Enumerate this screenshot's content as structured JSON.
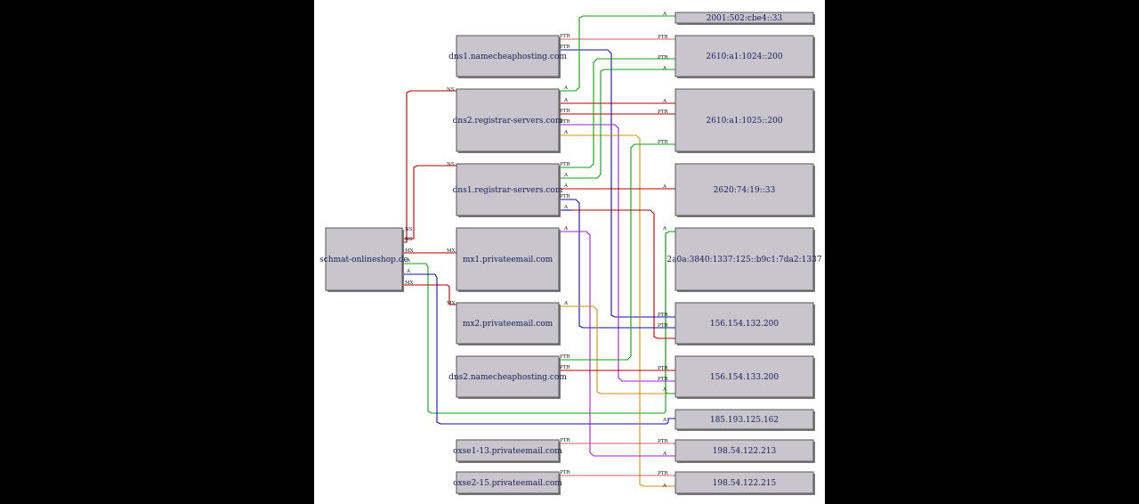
{
  "colors": {
    "red": "#b00000",
    "green": "#10a010",
    "blue": "#1010a0",
    "purple": "#a020c0",
    "orange": "#d09010",
    "salmon": "#d06060",
    "node_fill": "#c8c6cc",
    "background": "#000000"
  },
  "nodes": {
    "schmat": "schmat-onlineshop.de",
    "dns1_namecheap": "dns1.namecheaphosting.com",
    "dns2_registrar": "dns2.registrar-servers.com",
    "dns1_registrar": "dns1.registrar-servers.com",
    "mx1": "mx1.privateemail.com",
    "mx2": "mx2.privateemail.com",
    "dns2_namecheap": "dns2.namecheaphosting.com",
    "oxse1": "oxse1-13.privateemail.com",
    "oxse2": "oxse2-15.privateemail.com",
    "ip_2001": "2001:502:cbe4::33",
    "ip_2610_200": "2610:a1:1024::200",
    "ip_2610_1025": "2610:a1:1025::200",
    "ip_2620": "2620:74:19::33",
    "ip_2a0a": "2a0a:3840:1337:125::b9c1:7da2:1337",
    "ip_156_132": "156.154.132.200",
    "ip_156_133": "156.154.133.200",
    "ip_185": "185.193.125.162",
    "ip_198_213": "198.54.122.213",
    "ip_198_215": "198.54.122.215"
  },
  "edge_labels": {
    "ns": "NS",
    "mx": "MX",
    "a": "A",
    "ptr": "PTR"
  }
}
